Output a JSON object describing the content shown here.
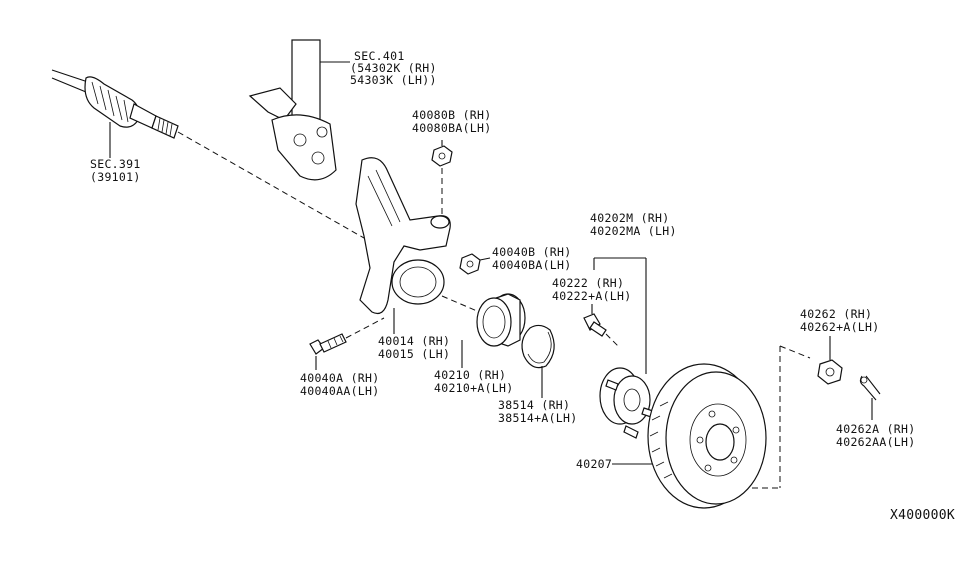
{
  "diagram_id": "X400000K",
  "labels": {
    "sec391": [
      "SEC.391",
      "(39101)"
    ],
    "sec401": [
      "SEC.401",
      "(54302K (RH)",
      "54303K (LH))"
    ],
    "p40080": [
      "40080B  (RH)",
      "40080BA(LH)"
    ],
    "p40040b": [
      "40040B  (RH)",
      "40040BA(LH)"
    ],
    "p40202": [
      "40202M  (RH)",
      "40202MA (LH)"
    ],
    "p40222": [
      "40222    (RH)",
      "40222+A(LH)"
    ],
    "p40014": [
      "40014 (RH)",
      "40015 (LH)"
    ],
    "p40040a": [
      "40040A  (RH)",
      "40040AA(LH)"
    ],
    "p40210": [
      "40210    (RH)",
      "40210+A(LH)"
    ],
    "p38514": [
      "38514    (RH)",
      "38514+A(LH)"
    ],
    "p40262": [
      "40262    (RH)",
      "40262+A(LH)"
    ],
    "p40262a": [
      "40262A  (RH)",
      "40262AA(LH)"
    ],
    "p40207": [
      "40207"
    ]
  }
}
